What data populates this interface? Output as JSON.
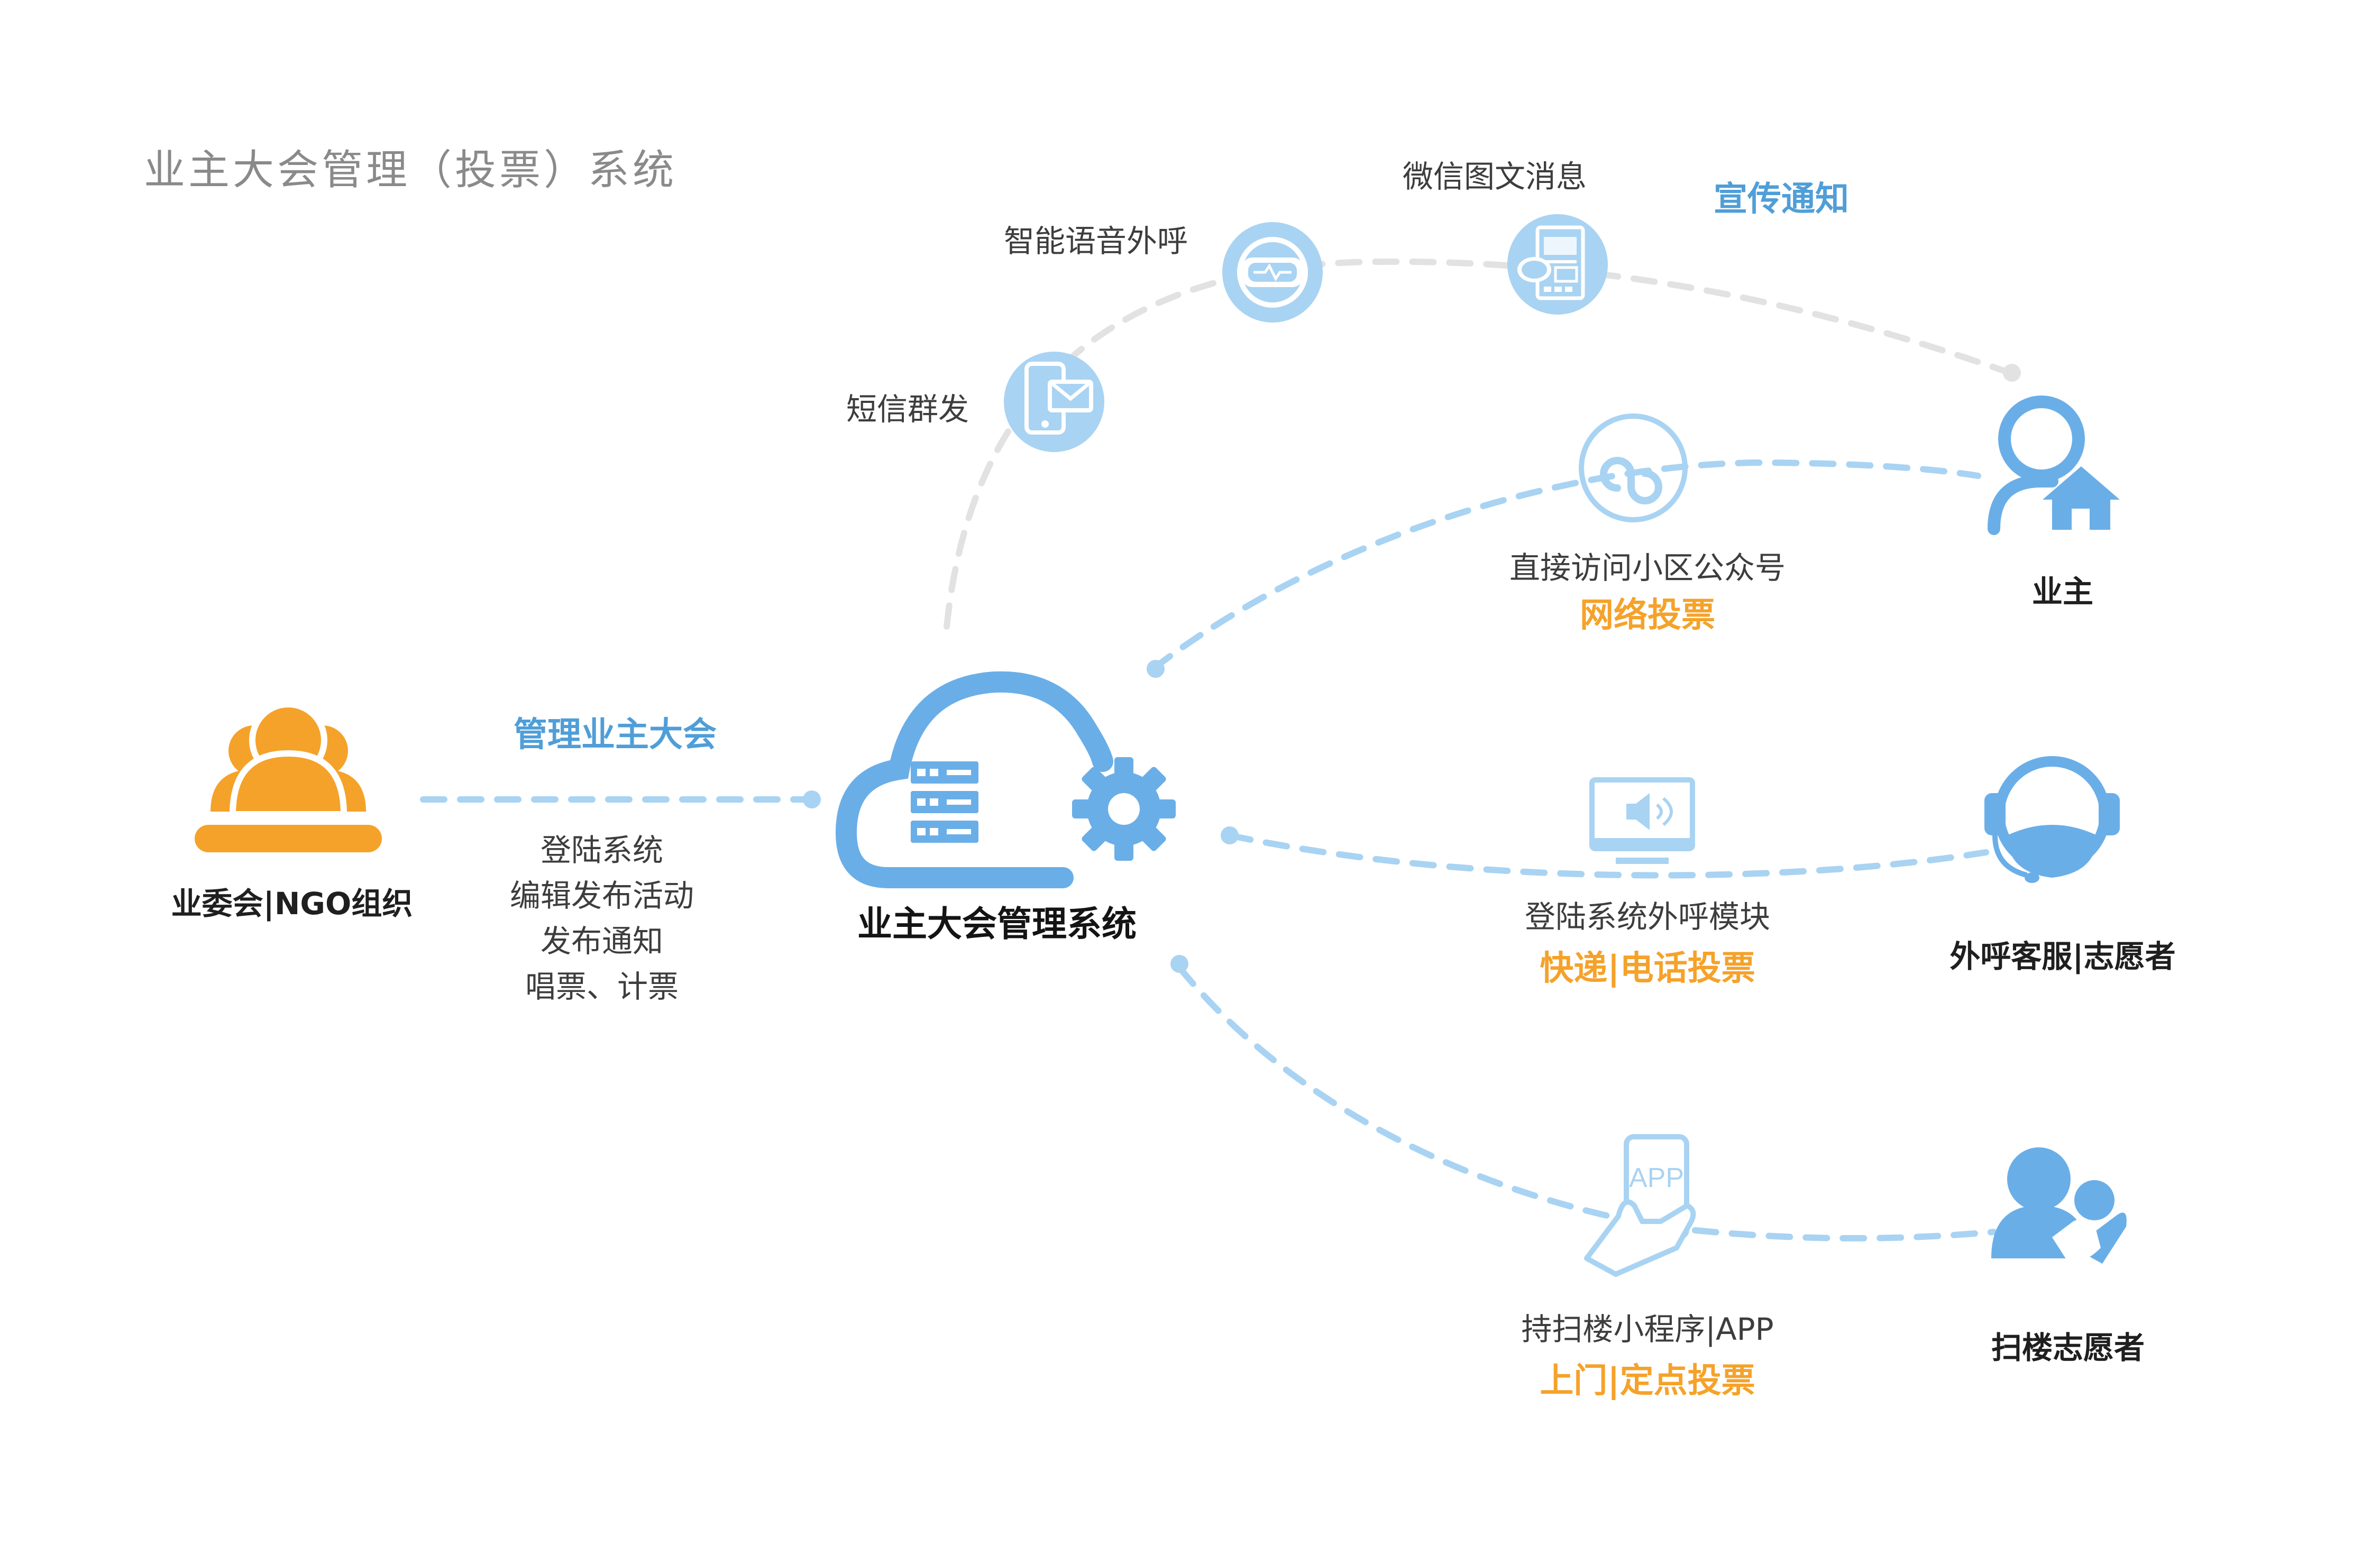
{
  "title": "业主大会管理（投票）系统",
  "center": {
    "label": "业主大会管理系统"
  },
  "committee": {
    "label": "业委会|NGO组织",
    "link_label": "管理业主大会",
    "functions": [
      "登陆系统",
      "编辑发布活动",
      "发布通知",
      "唱票、计票"
    ]
  },
  "channels": {
    "sms": "短信群发",
    "voice": "智能语音外呼",
    "wechat": "微信图文消息",
    "notice_label": "宣传通知"
  },
  "online": {
    "desc": "直接访问小区公众号",
    "method": "网络投票"
  },
  "phone": {
    "desc": "登陆系统外呼模块",
    "method": "快递|电话投票"
  },
  "app": {
    "desc": "持扫楼小程序|APP",
    "method": "上门|定点投票",
    "icon_text": "APP"
  },
  "targets": {
    "owner": "业主",
    "call_service": "外呼客服|志愿者",
    "sweep_volunteer": "扫楼志愿者"
  },
  "colors": {
    "blue": "#6aaee8",
    "light_blue": "#a9d3f2",
    "orange": "#f5a22a",
    "dash_gray": "#e2e2e2",
    "heading_blue": "#4f9ed8"
  },
  "icons": [
    "committee-group-icon",
    "cloud-server-icon",
    "gear-icon",
    "sms-phone-icon",
    "voice-robot-icon",
    "wechat-article-icon",
    "mini-program-link-icon",
    "owner-home-icon",
    "monitor-speaker-icon",
    "headset-agent-icon",
    "hand-phone-app-icon",
    "volunteer-heart-icon"
  ]
}
